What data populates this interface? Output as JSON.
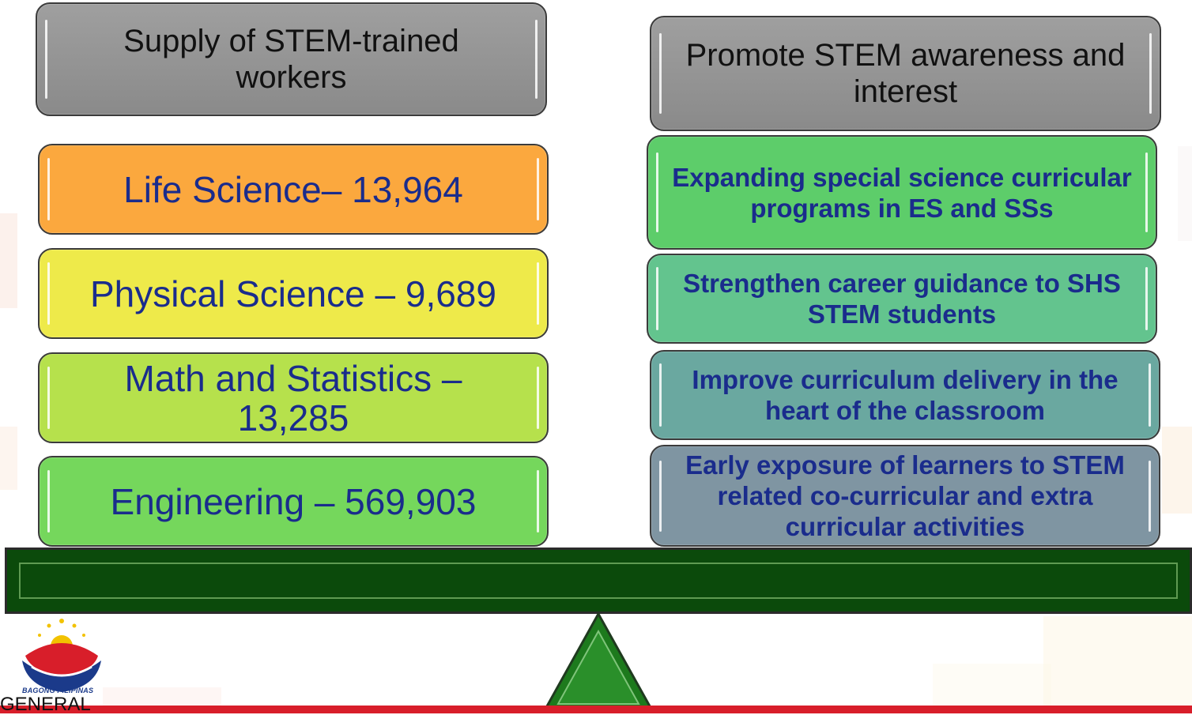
{
  "left_header": "Supply of STEM-trained workers",
  "right_header": "Promote STEM awareness and interest",
  "left_items": [
    {
      "label": "Life Science– 13,964",
      "color": "#fba83e"
    },
    {
      "label": "Physical Science – 9,689",
      "color": "#eeea4a"
    },
    {
      "label": "Math and Statistics – 13,285",
      "color": "#b6e14c"
    },
    {
      "label": "Engineering – 569,903",
      "color": "#75d75c"
    }
  ],
  "right_items": [
    {
      "label": "Expanding special science curricular programs in ES and SSs",
      "color": "#5dcd6a"
    },
    {
      "label": "Strengthen career guidance to SHS STEM students",
      "color": "#63c48e"
    },
    {
      "label": "Improve curriculum delivery in the heart of the classroom",
      "color": "#6aa8a0"
    },
    {
      "label": "Early exposure of learners to STEM related co-curricular and extra curricular activities",
      "color": "#7f95a2"
    }
  ],
  "logo": {
    "text": "BAGONG PILIPINAS",
    "icon": "bagong-pilipinas-logo-icon"
  },
  "footer_text": "GENERAL",
  "colors": {
    "header_gray": "#999999",
    "text_blue": "#1a2c8c",
    "beam_green": "#0b4a0b",
    "band_red": "#d81e2a"
  }
}
